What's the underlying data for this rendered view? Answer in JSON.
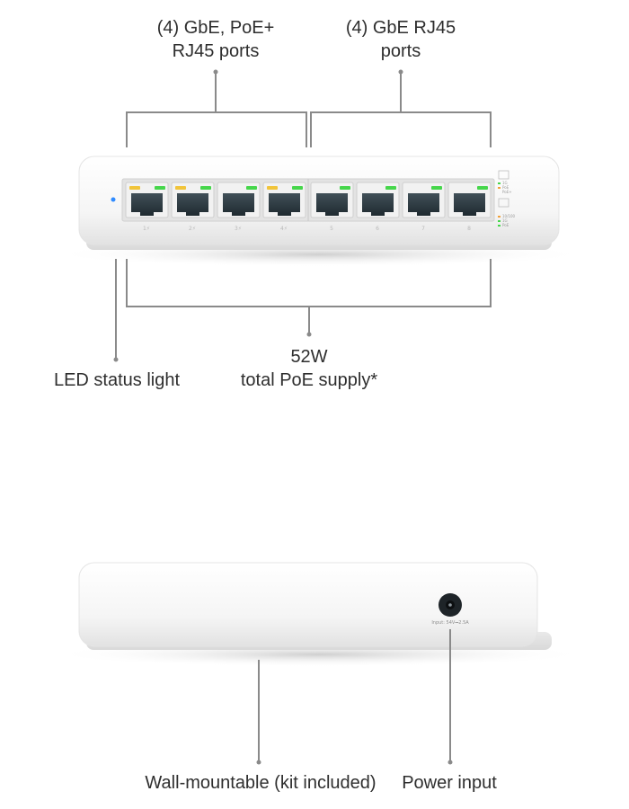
{
  "callouts": {
    "poe_ports": {
      "line1": "(4) GbE, PoE+",
      "line2": "RJ45 ports"
    },
    "rj45_ports": {
      "line1": "(4) GbE RJ45",
      "line2": "ports"
    },
    "led": "LED status light",
    "poe_supply": {
      "line1": "52W",
      "line2": "total PoE supply*"
    },
    "wall_mount": "Wall-mountable (kit included)",
    "power_input": "Power input"
  },
  "device_front": {
    "port_labels": [
      "1⚡",
      "2⚡",
      "3⚡",
      "4⚡",
      "5",
      "6",
      "7",
      "8"
    ],
    "poe_port_count": 4,
    "led_color": "#2f8bff",
    "legend": [
      "1G",
      "PoE",
      "PoE+",
      "10/100",
      "1G",
      "PoE"
    ]
  },
  "device_back": {
    "power_text": "Input: 54V⎓2.5A"
  },
  "colors": {
    "device_body": "#f6f6f6",
    "callout_line": "#8a8a8a",
    "led_amber": "#f1c43a",
    "led_green": "#46d64b",
    "port_dark": "#23343d"
  }
}
